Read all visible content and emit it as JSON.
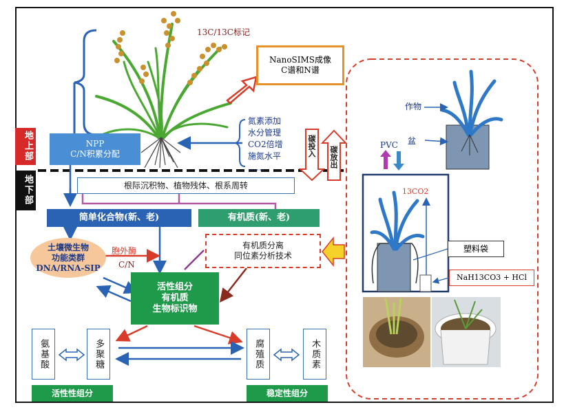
{
  "labels": {
    "above_ground": "地上部",
    "below_ground": "地下部",
    "isotope_label": "13C/13C标记",
    "nanosims": "NanoSIMS成像",
    "nanosims_sub": "C谱和N谱",
    "npp": "NPP",
    "npp_sub": "C/N积累分配",
    "treatments": [
      "氮素添加",
      "水分管理",
      "CO2倍增",
      "施氮水平",
      "……"
    ],
    "carbon_input": "碳投入",
    "carbon_release": "碳放出",
    "rhizo": "根际沉积物、植物残体、根系周转",
    "simple_compounds": "简单化合物(新、老)",
    "organic_matter": "有机质(新、老)",
    "microbe": "土壤微生物",
    "microbe_sub1": "功能类群",
    "microbe_sub2": "DNA/RNA-SIP",
    "enzyme": "胞外酶",
    "cn": "C/N",
    "separation": "有机质分离",
    "separation_sub": "同位素分析技术",
    "active": "活性组分",
    "active_sub1": "有机质",
    "active_sub2": "生物标识物",
    "amino": "氨基酸",
    "polysaccharide": "多聚糖",
    "humus": "腐殖质",
    "lignin": "木质素",
    "active_fraction": "活性性组分",
    "stable_fraction": "稳定性组分",
    "crop": "作物",
    "pvc": "PVC",
    "pot": "盆",
    "co2": "13CO2",
    "plastic_bag": "塑料袋",
    "reagent": "NaH13CO3 + HCl"
  },
  "colors": {
    "blue": "#2a62b4",
    "green": "#1f9a4a",
    "red": "#d93b2b",
    "orange": "#e8912a",
    "pink_purple": "#b05aa8"
  }
}
